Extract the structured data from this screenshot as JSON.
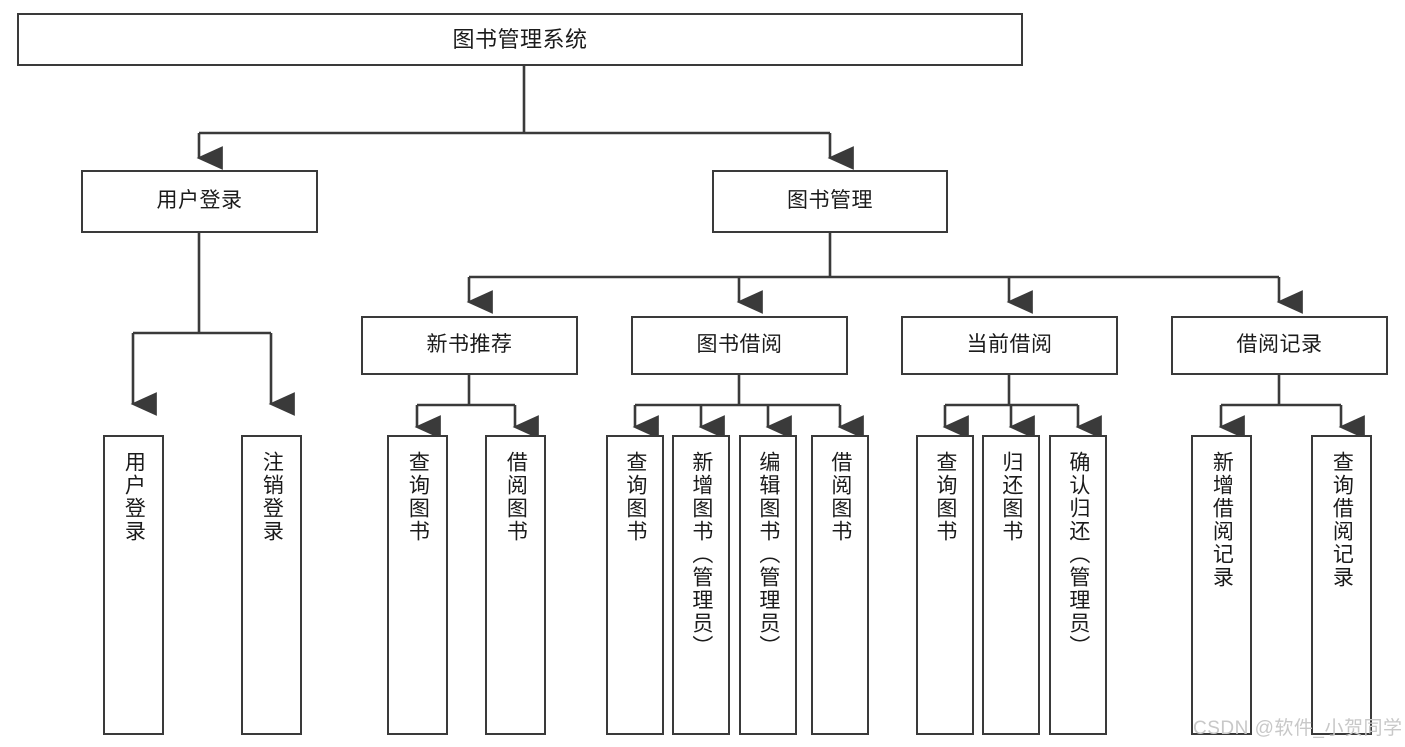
{
  "diagram": {
    "title": "图书管理系统",
    "type": "tree-hierarchy",
    "background_color": "#ffffff",
    "box_border_color": "#3a3a3a",
    "connector_color": "#3a3a3a",
    "text_color": "#1b1b1b"
  },
  "nodes": {
    "root": {
      "label": "图书管理系统"
    },
    "level1": [
      {
        "label": "用户登录"
      },
      {
        "label": "图书管理"
      }
    ],
    "level2": [
      {
        "label": "新书推荐"
      },
      {
        "label": "图书借阅"
      },
      {
        "label": "当前借阅"
      },
      {
        "label": "借阅记录"
      }
    ],
    "leaves_user_login": [
      {
        "label": "用户登录"
      },
      {
        "label": "注销登录"
      }
    ],
    "leaves_new_books": [
      {
        "label": "查询图书"
      },
      {
        "label": "借阅图书"
      }
    ],
    "leaves_borrow": [
      {
        "label": "查询图书"
      },
      {
        "label": "新增图书（管理员）"
      },
      {
        "label": "编辑图书（管理员）"
      },
      {
        "label": "借阅图书"
      }
    ],
    "leaves_current": [
      {
        "label": "查询图书"
      },
      {
        "label": "归还图书"
      },
      {
        "label": "确认归还（管理员）"
      }
    ],
    "leaves_records": [
      {
        "label": "新增借阅记录"
      },
      {
        "label": "查询借阅记录"
      }
    ]
  },
  "watermark": {
    "text": "CSDN @软件_小贺同学",
    "color": "#c8c8c8"
  }
}
